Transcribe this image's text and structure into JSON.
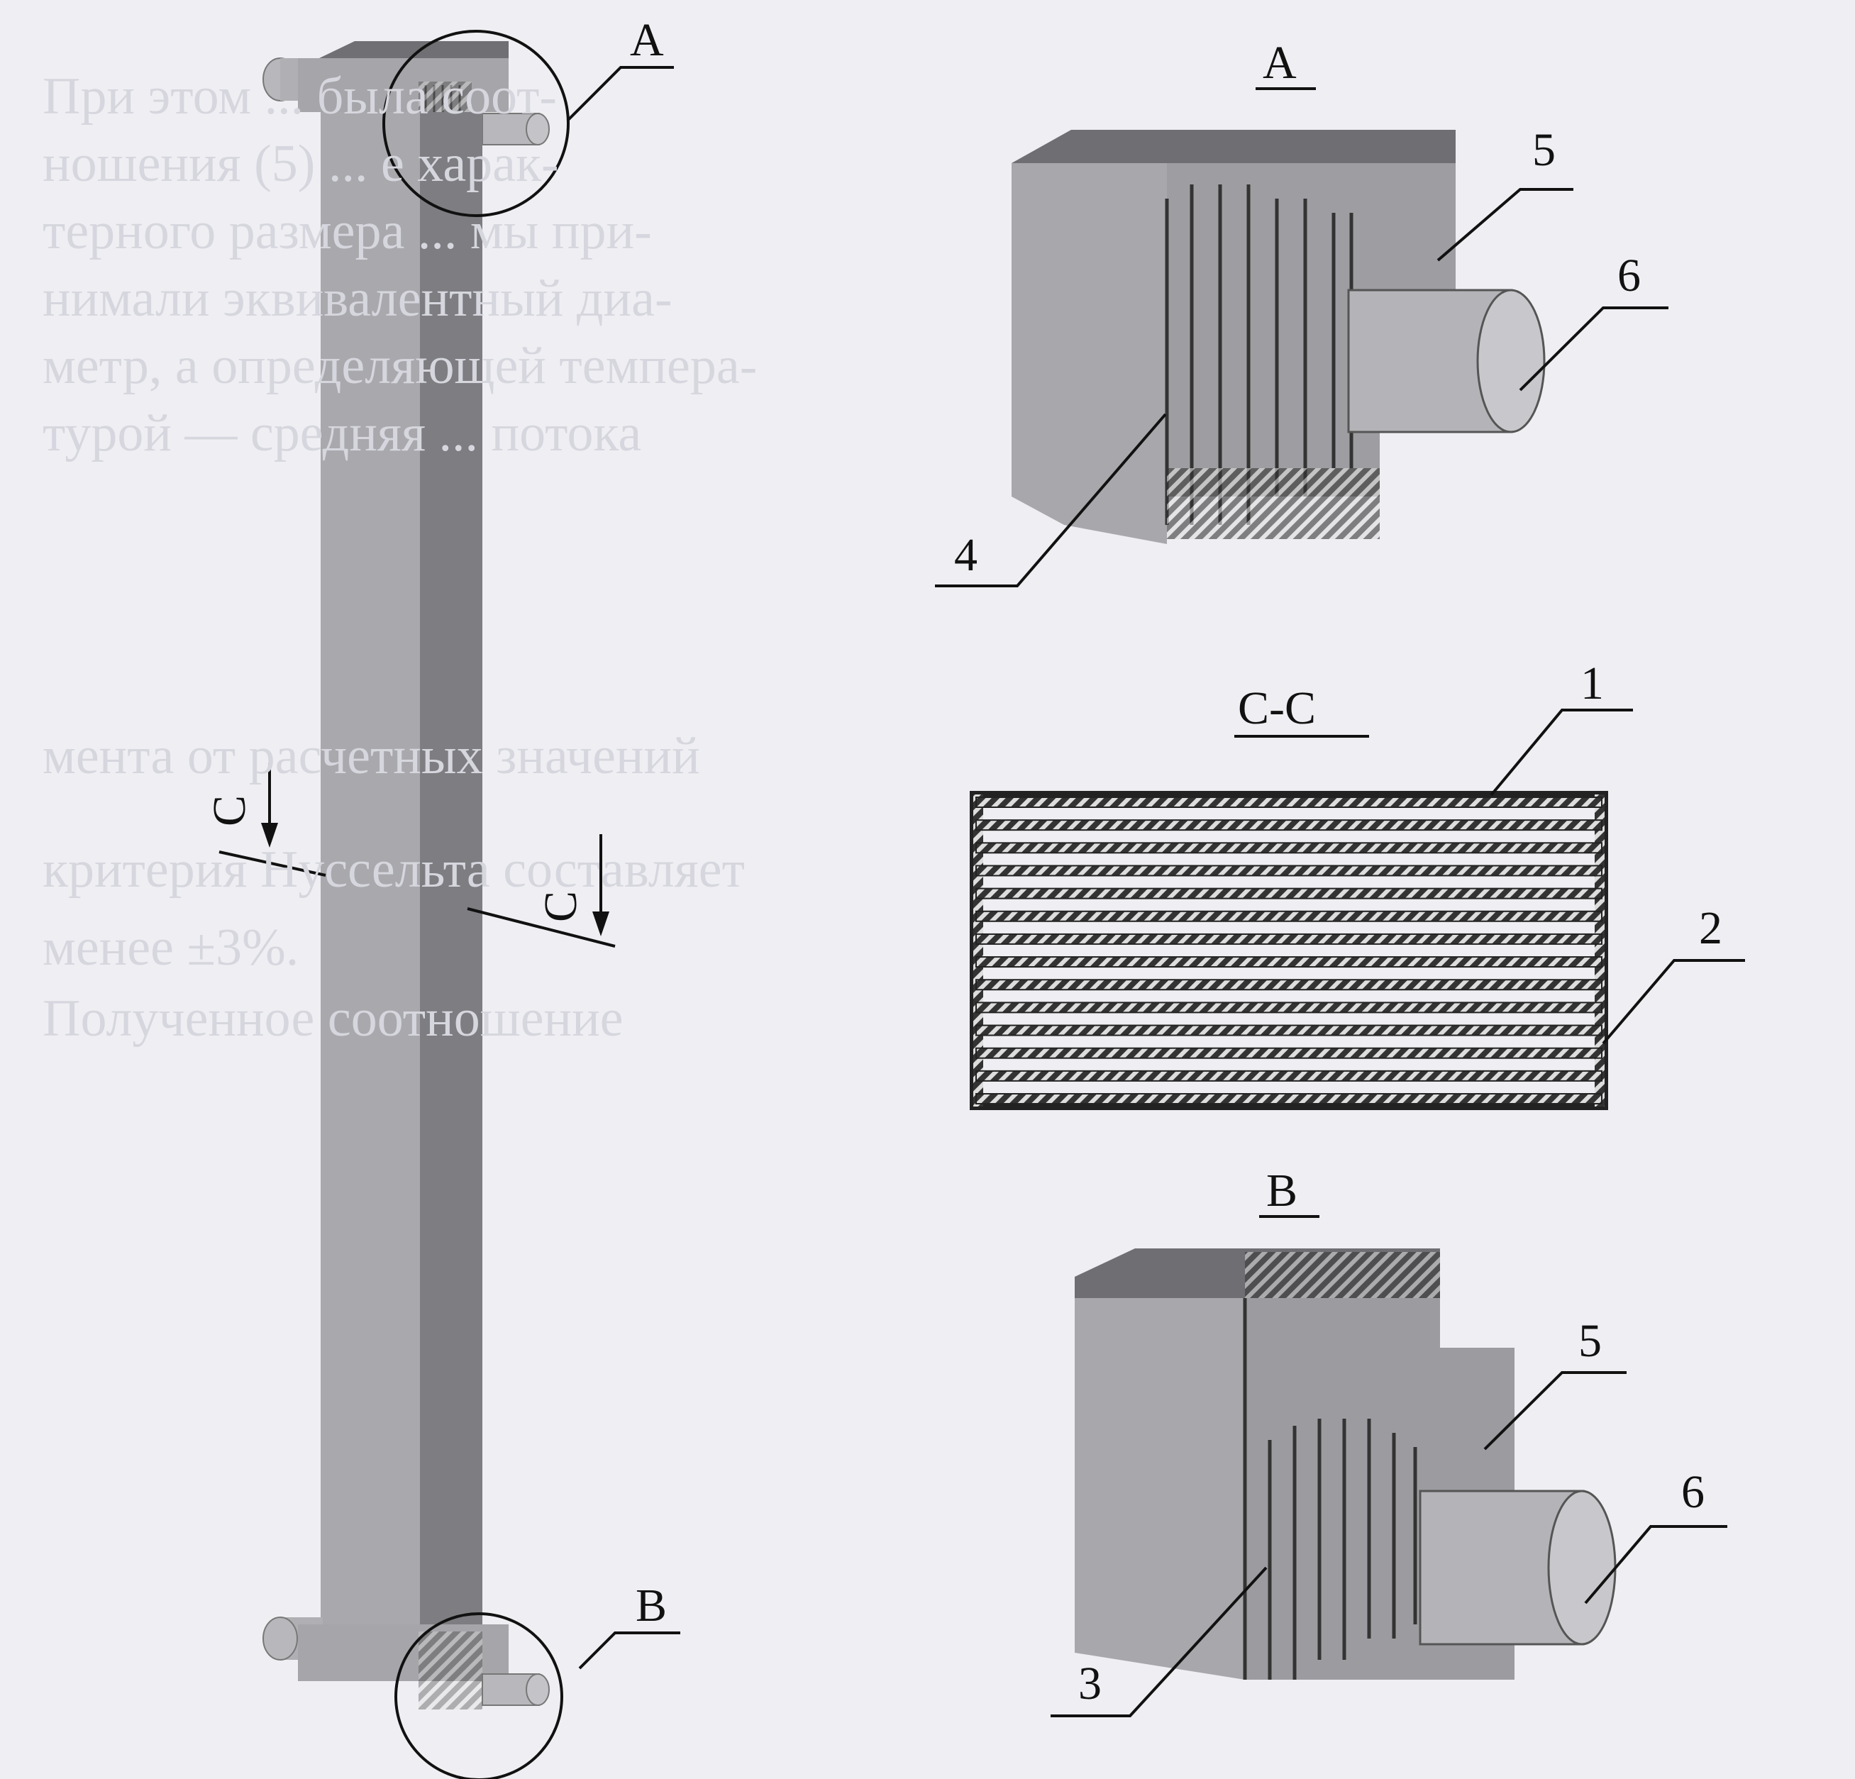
{
  "figure": {
    "main_view": {
      "detail_top": "A",
      "detail_bottom": "B",
      "section_left": "C",
      "section_right": "C"
    },
    "detail_a": {
      "title": "A",
      "callouts": [
        "5",
        "6",
        "4"
      ]
    },
    "section_cc": {
      "title": "C-C",
      "callouts": [
        "1",
        "2"
      ],
      "strip_count": 14
    },
    "detail_b": {
      "title": "B",
      "callouts": [
        "5",
        "6",
        "3"
      ]
    }
  },
  "showthrough_text": [
    "При этом ... была соот-",
    "ношения (5) ... е харак-",
    "терного размера ... мы при-",
    "нимали эквивалентный диа-",
    "метр, а определяющей темпера-",
    "турой — средняя ... потока",
    "мента от расчетных значений",
    "критерия Нуссельта составляет",
    "менее ±3%.",
    "Полученное соотношение"
  ],
  "colors": {
    "paper": "#efeff3",
    "metal_light": "#a9a9ad",
    "metal_dark": "#7d7d82",
    "ink": "#111111"
  }
}
